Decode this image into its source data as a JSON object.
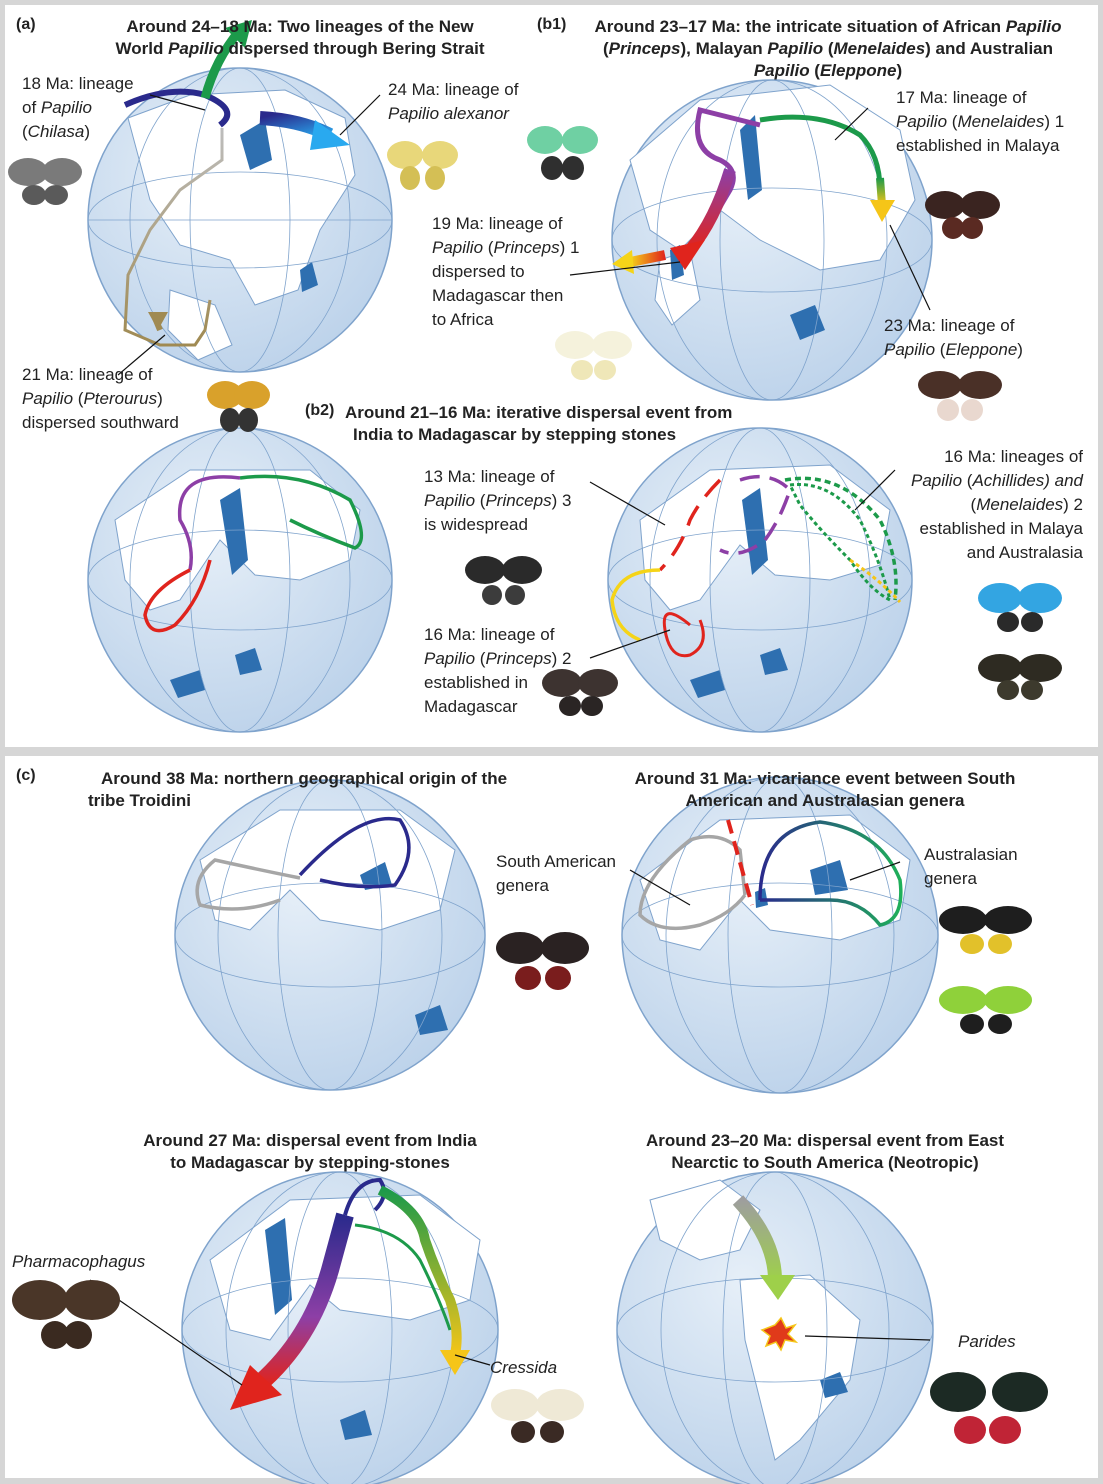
{
  "panels": {
    "a": {
      "letter": "(a)",
      "title_1": "Around 24–18 Ma: Two lineages of the New",
      "title_2a": "World ",
      "title_2b": "Papilio",
      "title_2c": " dispersed through Bering Strait",
      "label_18_1": "18 Ma: lineage",
      "label_18_2a": "of ",
      "label_18_2b": "Papilio",
      "label_18_3a": "(",
      "label_18_3b": "Chilasa",
      "label_18_3c": ")",
      "label_24_1": "24 Ma: lineage of",
      "label_24_2": "Papilio alexanor",
      "label_21_1": "21 Ma: lineage of",
      "label_21_2a": "Papilio",
      "label_21_2b": " (",
      "label_21_2c": "Pterourus",
      "label_21_2d": ")",
      "label_21_3": "dispersed southward"
    },
    "b1": {
      "letter": "(b1)",
      "title_1a": "Around 23–17 Ma: the intricate situation of African ",
      "title_1b": "Papilio",
      "title_2a": "(",
      "title_2b": "Princeps",
      "title_2c": "), Malayan ",
      "title_2d": "Papilio",
      "title_2e": " (",
      "title_2f": "Menelaides",
      "title_2g": ") and Australian",
      "title_3a": "Papilio",
      "title_3b": " (",
      "title_3c": "Eleppone",
      "title_3d": ")",
      "label_17_1": "17 Ma: lineage of",
      "label_17_2a": "Papilio",
      "label_17_2b": " (",
      "label_17_2c": "Menelaides",
      "label_17_2d": ") 1",
      "label_17_3": "established in Malaya",
      "label_19_1": "19 Ma: lineage of",
      "label_19_2a": "Papilio",
      "label_19_2b": " (",
      "label_19_2c": "Princeps",
      "label_19_2d": ") 1",
      "label_19_3": "dispersed to",
      "label_19_4": "Madagascar then",
      "label_19_5": "to Africa",
      "label_23_1": "23 Ma: lineage of",
      "label_23_2a": "Papilio",
      "label_23_2b": " (",
      "label_23_2c": "Eleppone",
      "label_23_2d": ")"
    },
    "b2": {
      "letter": "(b2)",
      "title_1": "Around 21–16 Ma: iterative dispersal event from",
      "title_2": "India to Madagascar by stepping stones",
      "label_13_1": "13 Ma: lineage of",
      "label_13_2a": "Papilio",
      "label_13_2b": " (",
      "label_13_2c": "Princeps",
      "label_13_2d": ") 3",
      "label_13_3": "is widespread",
      "label_16a_1": "16 Ma: lineage of",
      "label_16a_2a": "Papilio",
      "label_16a_2b": " (",
      "label_16a_2c": "Princeps",
      "label_16a_2d": ") 2",
      "label_16a_3": "established in",
      "label_16a_4": "Madagascar",
      "label_16b_1": "16 Ma: lineages of",
      "label_16b_2a": "Papilio",
      "label_16b_2b": " (",
      "label_16b_2c": "Achillides",
      "label_16b_2d": ") and",
      "label_16b_3a": "(",
      "label_16b_3b": "Menelaides",
      "label_16b_3c": ") 2",
      "label_16b_4": "established in Malaya",
      "label_16b_5": "and Australasia"
    },
    "c": {
      "letter": "(c)",
      "t38_1": "Around 38 Ma: northern geographical origin of the",
      "t38_2": "tribe Troidini",
      "t31_1": "Around 31 Ma: vicariance event between South",
      "t31_2": "American and Australasian genera",
      "sa_1": "South American",
      "sa_2": "genera",
      "aus_1": "Australasian",
      "aus_2": "genera",
      "t27_1": "Around 27 Ma: dispersal event from India",
      "t27_2": "to Madagascar by stepping-stones",
      "pharma": "Pharmacophagus",
      "cressida": "Cressida",
      "t23_1": "Around 23–20 Ma: dispersal event from East",
      "t23_2": "Nearctic to South America (Neotropic)",
      "parides": "Parides"
    }
  },
  "colors": {
    "ocean": "#d3e2f1",
    "land": "#ffffff",
    "lakes": "#2e6fb0",
    "grid": "#6b96c6",
    "purple": "#8d3fa6",
    "red": "#e0241d",
    "green": "#1c9a4a",
    "navy": "#2a2a8c",
    "grey": "#a6a6a6",
    "yellow": "#f5c518",
    "tan": "#a89263"
  }
}
